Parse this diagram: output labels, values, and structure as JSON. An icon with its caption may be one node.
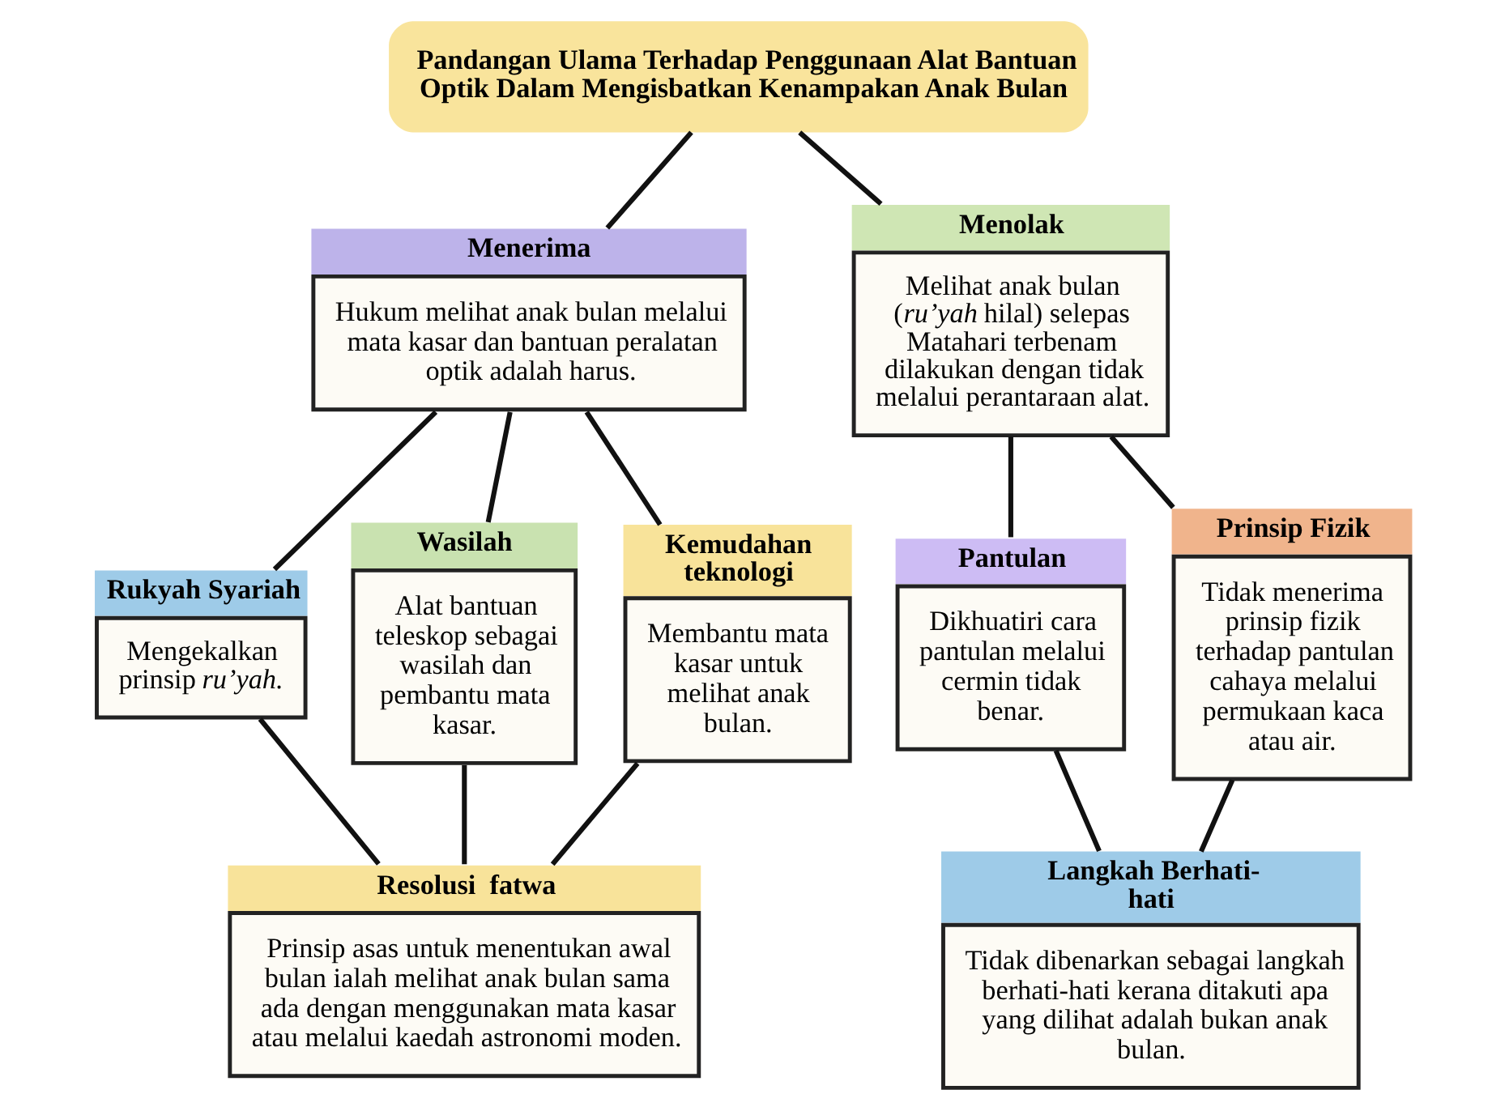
{
  "diagram": {
    "nodes": [
      {
        "text": [
          "Pandangan Ulama Terhadap Penggunaan Alat Bantuan Optik Dalam Mengisbatkan Kenampakan Anak Bulan"
        ]
      },
      {
        "text": [
          "Menerima",
          "Hukum melihat anak bulan melalui mata kasar dan bantuan peralatan optik adalah harus."
        ]
      },
      {
        "text": [
          "Rukyah Syariah",
          "Mengekalkan prinsip *ru’yah*."
        ]
      },
      {
        "text": [
          "Wasilah",
          "Alat bantuan teleskop sebagai wasilah dan pembantu mata kasar."
        ]
      },
      {
        "text": [
          "Kemudahan teknologi",
          "Membantu mata kasar untuk melihat anak bulan."
        ]
      },
      {
        "text": [
          "Resolusi  fatwa",
          "Prinsip asas untuk menentukan awal bulan ialah melihat anak bulan sama ada dengan menggunakan mata kasar atau melalui kaedah astronomi moden."
        ]
      },
      {
        "text": [
          "Menolak",
          "Melihat anak bulan (*ru’yah* hilal) selepas Matahari terbenam dilakukan dengan tidak melalui perantaraan alat."
        ]
      },
      {
        "text": [
          "Pantulan",
          "Dikhuatiri cara pantulan melalui cermin tidak benar."
        ]
      },
      {
        "text": [
          "Prinsip Fizik",
          "Tidak menerima prinsip fizik terhadap pantulan cahaya melalui permukaan kaca atau air."
        ]
      },
      {
        "text": [
          "Langkah Berhati-hati",
          "Tidak dibenarkan sebagai langkah berhati-hati kerana ditakuti apa yang dilihat adalah bukan anak bulan."
        ]
      }
    ],
    "edges": [
      {
        "from": 0,
        "to": 1,
        "arrow": "none"
      },
      {
        "from": 0,
        "to": 6,
        "arrow": "none"
      },
      {
        "from": 1,
        "to": 2,
        "arrow": "none"
      },
      {
        "from": 1,
        "to": 3,
        "arrow": "none"
      },
      {
        "from": 1,
        "to": 4,
        "arrow": "none"
      },
      {
        "from": 6,
        "to": 7,
        "arrow": "none"
      },
      {
        "from": 6,
        "to": 8,
        "arrow": "none"
      },
      {
        "from": 2,
        "to": 5,
        "arrow": "none"
      },
      {
        "from": 3,
        "to": 5,
        "arrow": "none"
      },
      {
        "from": 4,
        "to": 5,
        "arrow": "none"
      },
      {
        "from": 7,
        "to": 9,
        "arrow": "none"
      },
      {
        "from": 8,
        "to": 9,
        "arrow": "none"
      }
    ]
  }
}
